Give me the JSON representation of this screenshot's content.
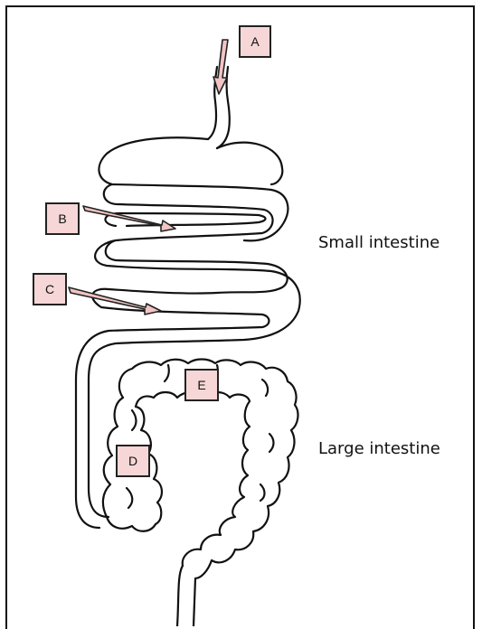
{
  "labels": {
    "a": "A",
    "b": "B",
    "c": "C",
    "d": "D",
    "e": "E"
  },
  "regions": {
    "small": "Small intestine",
    "large": "Large intestine"
  },
  "colors": {
    "label_fill": "#f6d6d6",
    "arrow_fill": "#f2c4c4",
    "outline": "#111111"
  }
}
